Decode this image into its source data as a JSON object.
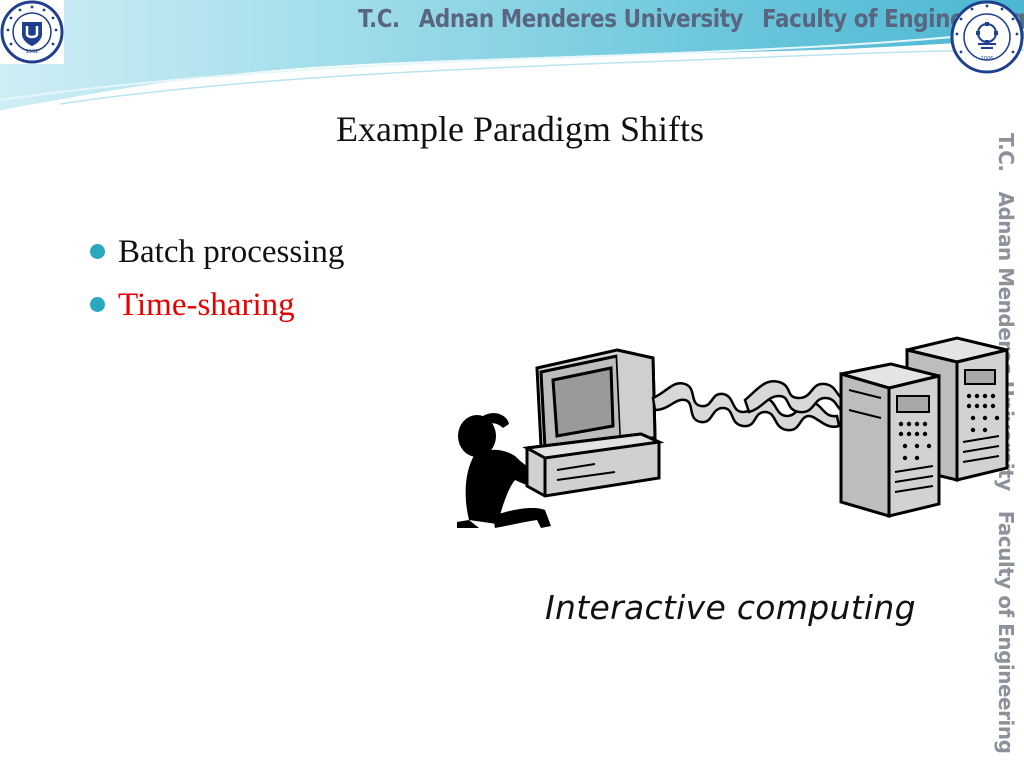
{
  "header": {
    "tc": "T.C.",
    "university": "Adnan Menderes University",
    "faculty": "Faculty of Engineering"
  },
  "logos": {
    "left_year": "1992",
    "right_year": "2006"
  },
  "side_banner": {
    "tc": "T.C.",
    "university": "Adnan Menderes University",
    "faculty": "Faculty of Engineering"
  },
  "slide": {
    "title": "Example Paradigm Shifts",
    "bullets": [
      {
        "text": "Batch processing",
        "highlighted": false
      },
      {
        "text": "Time-sharing",
        "highlighted": true
      }
    ],
    "caption": "Interactive computing"
  },
  "colors": {
    "bullet_dot": "#2aa8c0",
    "highlight_text": "#e60000",
    "header_band": "#5cc3d8",
    "logo_navy": "#1f3f8f"
  }
}
